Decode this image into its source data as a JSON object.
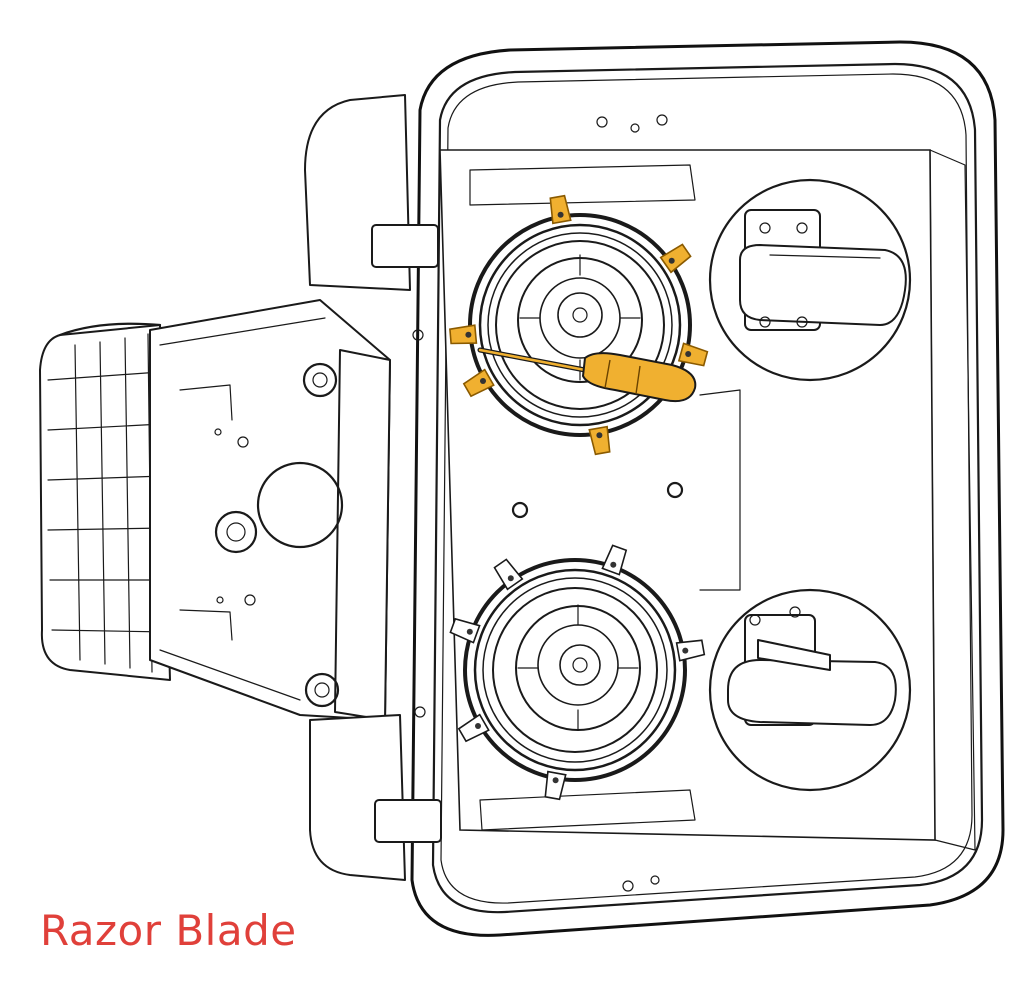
{
  "caption": "Razor Blade",
  "colors": {
    "caption": "#e0403a",
    "blade": "#f0b030",
    "blade_outline": "#8a5a00",
    "line": "#1a1a1a",
    "background": "#ffffff"
  },
  "components": [
    {
      "id": "screwdriver",
      "highlighted": true
    },
    {
      "id": "razor-blades-upper-disc",
      "count": 6,
      "highlighted": true
    },
    {
      "id": "razor-blades-lower-disc",
      "count": 6,
      "highlighted": false
    },
    {
      "id": "upper-cutting-disc"
    },
    {
      "id": "lower-cutting-disc"
    },
    {
      "id": "upper-right-wheel"
    },
    {
      "id": "lower-right-wheel"
    },
    {
      "id": "side-mounting-bracket"
    },
    {
      "id": "rear-grille-cover"
    },
    {
      "id": "outer-chassis-frame"
    }
  ]
}
